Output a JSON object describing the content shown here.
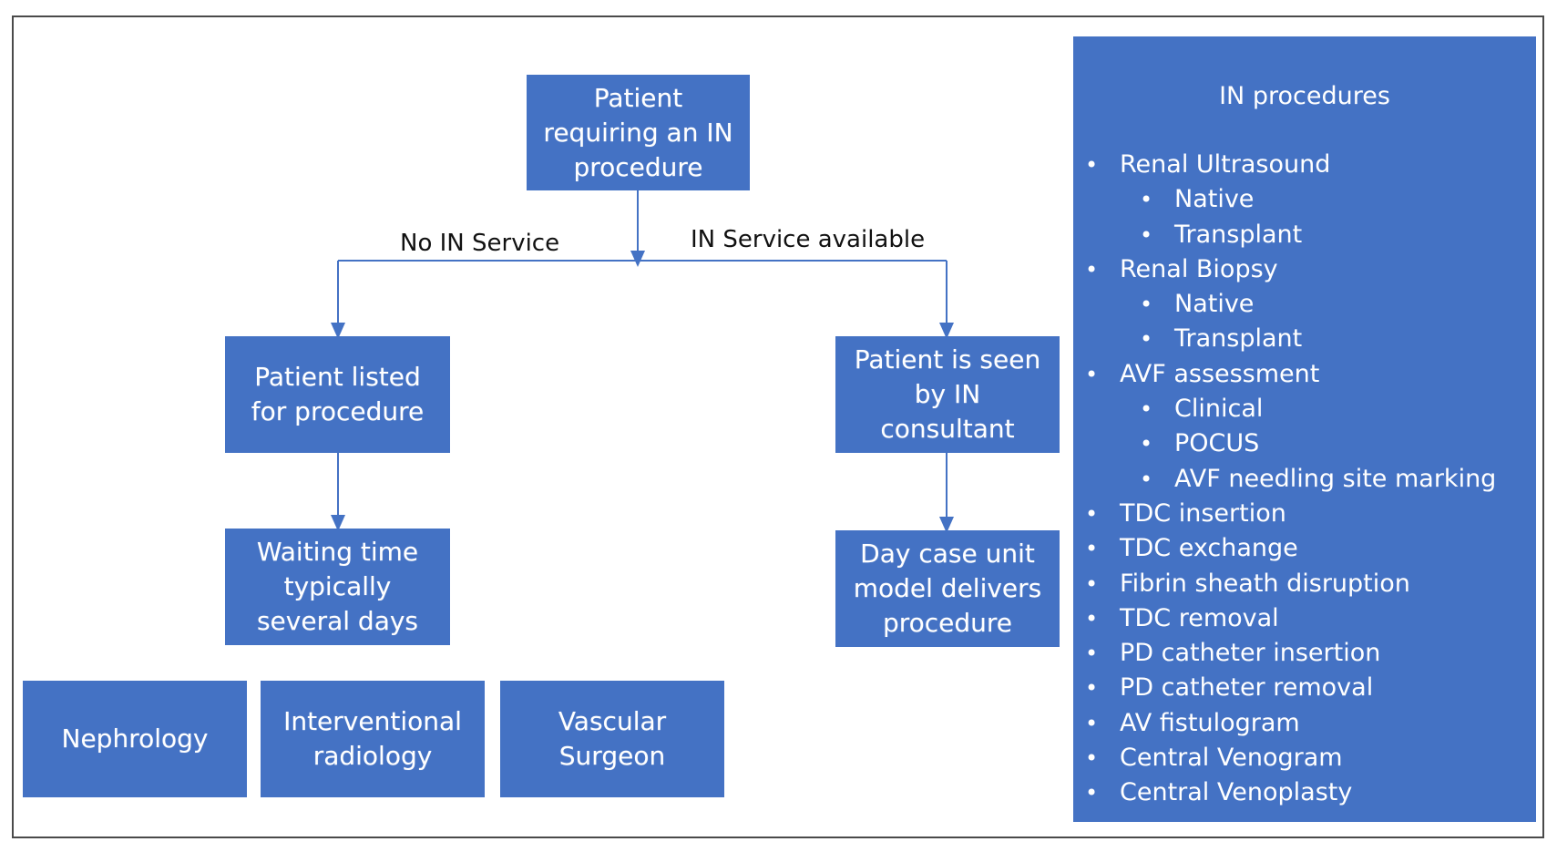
{
  "flow": {
    "start": "Patient requiring an IN procedure",
    "edge_no_service": "No IN Service",
    "edge_service_available": "IN Service available",
    "left_listed": "Patient listed for procedure",
    "left_waiting": "Waiting time typically several days",
    "right_seen": "Patient is seen by IN consultant",
    "right_daycase": "Day case unit model delivers procedure",
    "specialties": [
      "Nephrology",
      "Interventional radiology",
      "Vascular Surgeon"
    ]
  },
  "panel": {
    "title": "IN procedures",
    "items": [
      {
        "text": "Renal Ultrasound",
        "level": 0
      },
      {
        "text": "Native",
        "level": 1
      },
      {
        "text": "Transplant",
        "level": 1
      },
      {
        "text": "Renal Biopsy",
        "level": 0
      },
      {
        "text": "Native",
        "level": 1
      },
      {
        "text": "Transplant",
        "level": 1
      },
      {
        "text": "AVF assessment",
        "level": 0
      },
      {
        "text": "Clinical",
        "level": 1
      },
      {
        "text": "POCUS",
        "level": 1
      },
      {
        "text": "AVF needling site marking",
        "level": 1
      },
      {
        "text": "TDC insertion",
        "level": 0
      },
      {
        "text": "TDC exchange",
        "level": 0
      },
      {
        "text": "Fibrin sheath disruption",
        "level": 0
      },
      {
        "text": "TDC removal",
        "level": 0
      },
      {
        "text": "PD catheter insertion",
        "level": 0
      },
      {
        "text": "PD catheter removal",
        "level": 0
      },
      {
        "text": "AV fistulogram",
        "level": 0
      },
      {
        "text": "Central Venogram",
        "level": 0
      },
      {
        "text": "Central Venoplasty",
        "level": 0
      }
    ]
  },
  "colors": {
    "box_fill": "#4472C4",
    "connector": "#4472C4",
    "text_on_box": "#ffffff"
  }
}
